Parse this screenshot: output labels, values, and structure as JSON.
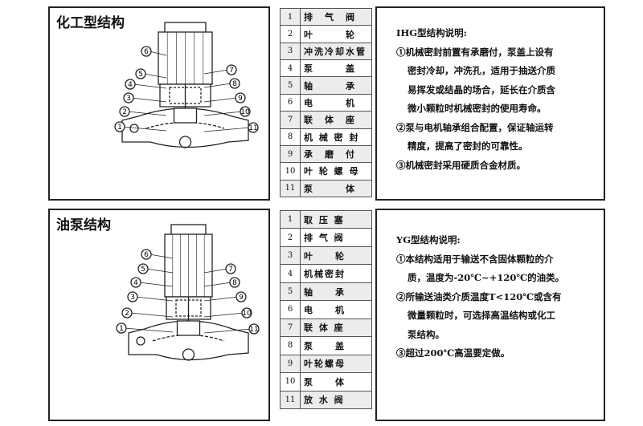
{
  "sections": [
    {
      "title": "化工型结构",
      "parts": [
        {
          "n": "1",
          "label": "排　气　阀"
        },
        {
          "n": "2",
          "label": "叶　　　轮"
        },
        {
          "n": "3",
          "label": "冲洗冷却水管"
        },
        {
          "n": "4",
          "label": "泵　　　盖"
        },
        {
          "n": "5",
          "label": "轴　　　承"
        },
        {
          "n": "6",
          "label": "电　　　机"
        },
        {
          "n": "7",
          "label": "联　体　座"
        },
        {
          "n": "8",
          "label": "机 械 密 封"
        },
        {
          "n": "9",
          "label": "承　磨　付"
        },
        {
          "n": "10",
          "label": "叶 轮 螺 母"
        },
        {
          "n": "11",
          "label": "泵　　　体"
        }
      ],
      "desc_title": "IHG型结构说明:",
      "desc_lines": [
        {
          "t": "①机械密封前置有承磨付，泵盖上设有",
          "i": false
        },
        {
          "t": "密封冷却，冲洗孔，适用于抽送介质",
          "i": true
        },
        {
          "t": "易挥发或结晶的场合，延长在介质含",
          "i": true
        },
        {
          "t": "微小颗粒时机械密封的使用寿命。",
          "i": true
        },
        {
          "t": "②泵与电机轴承组合配置，保证轴运转",
          "i": false
        },
        {
          "t": "精度，提高了密封的可靠性。",
          "i": true
        },
        {
          "t": "③机械密封采用硬质合金材质。",
          "i": false
        }
      ]
    },
    {
      "title": "油泵结构",
      "parts": [
        {
          "n": "1",
          "label": "取 压 塞"
        },
        {
          "n": "2",
          "label": "排 气 阀"
        },
        {
          "n": "3",
          "label": "叶　　轮"
        },
        {
          "n": "4",
          "label": "机械密封"
        },
        {
          "n": "5",
          "label": "轴　　承"
        },
        {
          "n": "6",
          "label": "电　　机"
        },
        {
          "n": "7",
          "label": "联 体 座"
        },
        {
          "n": "8",
          "label": "泵　　盖"
        },
        {
          "n": "9",
          "label": "叶轮螺母"
        },
        {
          "n": "10",
          "label": "泵　　体"
        },
        {
          "n": "11",
          "label": "放 水 阀"
        }
      ],
      "desc_title": "YG型结构说明:",
      "desc_lines": [
        {
          "t": "①本结构适用于输送不含固体颗粒的介",
          "i": false
        },
        {
          "t": "质，温度为-20℃~+120℃的油类。",
          "i": true
        },
        {
          "t": "②所输送油类介质温度T<120℃或含有",
          "i": false
        },
        {
          "t": "微量颗粒时，可选择高温结构或化工",
          "i": true
        },
        {
          "t": "泵结构。",
          "i": true
        },
        {
          "t": "③超过200℃高温要定做。",
          "i": false
        }
      ]
    }
  ],
  "callouts": [
    "1",
    "2",
    "3",
    "4",
    "5",
    "6",
    "7",
    "8",
    "9",
    "10",
    "11"
  ]
}
